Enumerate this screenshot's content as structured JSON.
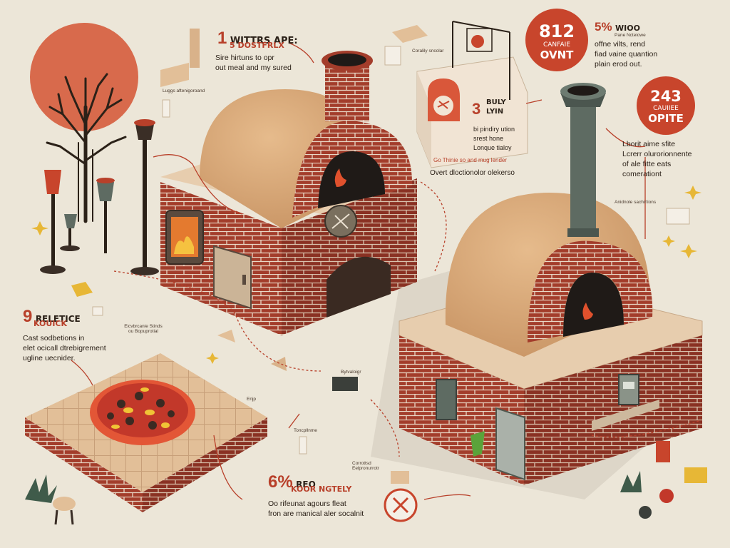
{
  "colors": {
    "background": "#ece6d8",
    "accent": "#c8452c",
    "brick": "#9c3a2a",
    "dome": "#d6a577",
    "chimney_metal": "#5e6b62",
    "text": "#2b2118"
  },
  "callouts": {
    "top_left": {
      "number": "1",
      "title": "WITTRS APE:",
      "subtitle": "5 DOSTFRLX",
      "body": [
        "Sire hirtuns to opr",
        "out meal and my sured"
      ]
    },
    "top_center": {
      "number": "3",
      "title": "BULY",
      "subtitle": "LYIN",
      "body": [
        "bi pindiry ution",
        "srest hone",
        "Lonque tialoy"
      ],
      "note": "Go Thinie so and mug lender",
      "caption": "Overt dloctionolor olekerso"
    },
    "top_right": {
      "number": "5%",
      "title": "WIOO",
      "body": [
        "Pane Ncteiowe",
        "offne vilts, rend",
        "fiad vaine quantion",
        "plain erod out."
      ]
    },
    "right_mid": {
      "body": [
        "Lborit aime sfite",
        "Lcrerr olurorionnente",
        "of ale fitte eats",
        "comerationt"
      ]
    },
    "left_mid": {
      "number": "9",
      "title": "RELETICE",
      "subtitle": "KOUICK",
      "body": [
        "Cast sodbetions in",
        "elet ocicall dtrebigrement",
        "ugline uecnider."
      ]
    },
    "bottom_center": {
      "number": "6%",
      "title": "REO",
      "subtitle": "KOOR NGTELY",
      "body": [
        "Oo rifeunat agours fleat",
        "fron are manical aler socalnit"
      ]
    }
  },
  "badges": [
    {
      "number": "812",
      "line1": "CANFAIE",
      "line2": "OVNT"
    },
    {
      "number": "243",
      "line1": "CAUIIEE",
      "line2": "OPITE"
    }
  ],
  "tiny_labels": [
    "Luggs aftenigoroand",
    "Coralily sncolar",
    "Anidnole sachirtions",
    "Eicvbrcanie Stinds ou Bopuprotial",
    "Bytvaloigr",
    "Enjp",
    "Toncpllnme",
    "Corrottsd Eelpronurrotr"
  ]
}
